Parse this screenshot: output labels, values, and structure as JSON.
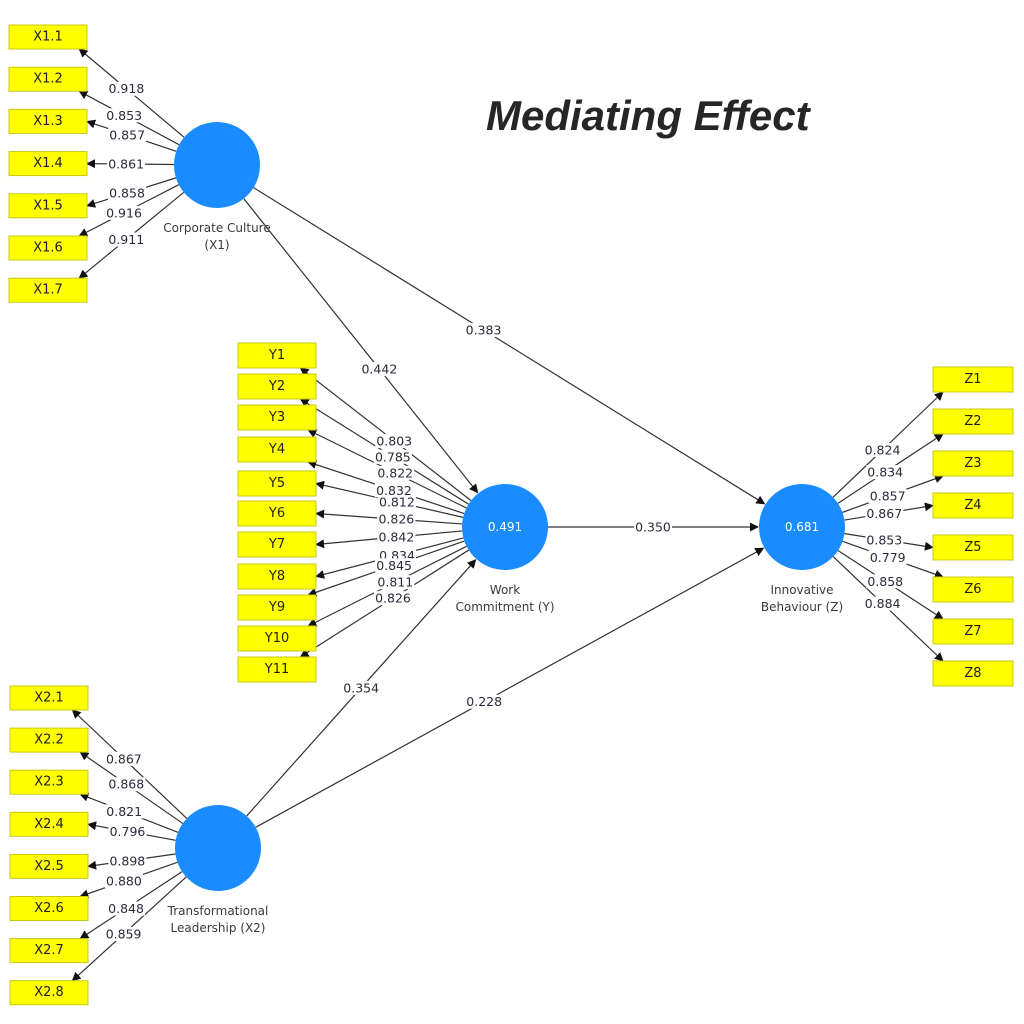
{
  "title": "Mediating Effect",
  "colors": {
    "latent_fill": "#1a8cff",
    "indicator_fill": "#ffff00",
    "indicator_border": "#c8c814",
    "edge": "#333333",
    "title": "#262626"
  },
  "latent_variables": [
    {
      "id": "X1",
      "name_lines": [
        "Corporate Culture",
        "(X1)"
      ],
      "r_squared": null
    },
    {
      "id": "X2",
      "name_lines": [
        "Transformational",
        "Leadership (X2)"
      ],
      "r_squared": null
    },
    {
      "id": "Y",
      "name_lines": [
        "Work",
        "Commitment (Y)"
      ],
      "r_squared": "0.491"
    },
    {
      "id": "Z",
      "name_lines": [
        "Innovative",
        "Behaviour (Z)"
      ],
      "r_squared": "0.681"
    }
  ],
  "indicators": {
    "X1": [
      {
        "name": "X1.1",
        "loading": "0.918"
      },
      {
        "name": "X1.2",
        "loading": "0.853"
      },
      {
        "name": "X1.3",
        "loading": "0.857"
      },
      {
        "name": "X1.4",
        "loading": "0.861"
      },
      {
        "name": "X1.5",
        "loading": "0.858"
      },
      {
        "name": "X1.6",
        "loading": "0.916"
      },
      {
        "name": "X1.7",
        "loading": "0.911"
      }
    ],
    "Y": [
      {
        "name": "Y1",
        "loading": "0.803"
      },
      {
        "name": "Y2",
        "loading": "0.785"
      },
      {
        "name": "Y3",
        "loading": "0.822"
      },
      {
        "name": "Y4",
        "loading": "0.832"
      },
      {
        "name": "Y5",
        "loading": "0.812"
      },
      {
        "name": "Y6",
        "loading": "0.826"
      },
      {
        "name": "Y7",
        "loading": "0.842"
      },
      {
        "name": "Y8",
        "loading": "0.834"
      },
      {
        "name": "Y9",
        "loading": "0.845"
      },
      {
        "name": "Y10",
        "loading": "0.811"
      },
      {
        "name": "Y11",
        "loading": "0.826"
      }
    ],
    "X2": [
      {
        "name": "X2.1",
        "loading": "0.867"
      },
      {
        "name": "X2.2",
        "loading": "0.868"
      },
      {
        "name": "X2.3",
        "loading": "0.821"
      },
      {
        "name": "X2.4",
        "loading": "0.796"
      },
      {
        "name": "X2.5",
        "loading": "0.898"
      },
      {
        "name": "X2.6",
        "loading": "0.880"
      },
      {
        "name": "X2.7",
        "loading": "0.848"
      },
      {
        "name": "X2.8",
        "loading": "0.859"
      }
    ],
    "Z": [
      {
        "name": "Z1",
        "loading": "0.824"
      },
      {
        "name": "Z2",
        "loading": "0.834"
      },
      {
        "name": "Z3",
        "loading": "0.857"
      },
      {
        "name": "Z4",
        "loading": "0.867"
      },
      {
        "name": "Z5",
        "loading": "0.853"
      },
      {
        "name": "Z6",
        "loading": "0.779"
      },
      {
        "name": "Z7",
        "loading": "0.858"
      },
      {
        "name": "Z8",
        "loading": "0.884"
      }
    ]
  },
  "paths": [
    {
      "from": "X1",
      "to": "Y",
      "coefficient": "0.442"
    },
    {
      "from": "X1",
      "to": "Z",
      "coefficient": "0.383"
    },
    {
      "from": "Y",
      "to": "Z",
      "coefficient": "0.350"
    },
    {
      "from": "X2",
      "to": "Y",
      "coefficient": "0.354"
    },
    {
      "from": "X2",
      "to": "Z",
      "coefficient": "0.228"
    }
  ]
}
